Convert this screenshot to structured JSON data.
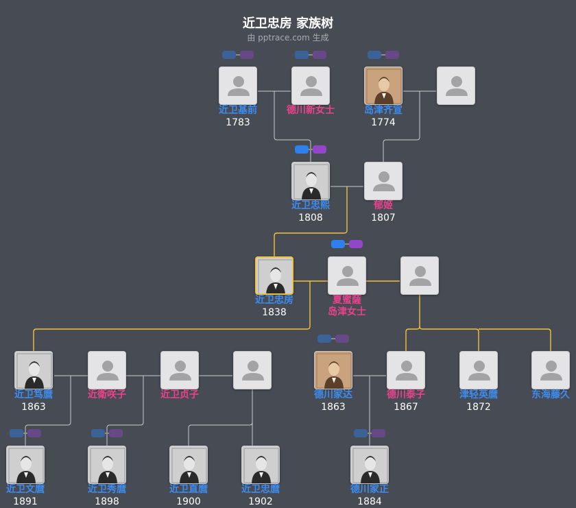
{
  "header": {
    "title": "近卫忠房 家族树",
    "subtitle": "由 pptrace.com 生成"
  },
  "colors": {
    "background": "#474b53",
    "male": "#3d8cf0",
    "female": "#e8438c",
    "highlight_line": "#f0c33c",
    "line": "#c9ccd2"
  },
  "people": [
    {
      "id": "p1",
      "name": "近卫基前",
      "year": "1783",
      "gender": "male",
      "photo": "placeholder"
    },
    {
      "id": "p2",
      "name": "德川新女士",
      "year": "",
      "gender": "female",
      "photo": "placeholder"
    },
    {
      "id": "p3",
      "name": "岛津齐宣",
      "year": "1774",
      "gender": "male",
      "photo": "portrait-sepia"
    },
    {
      "id": "p4",
      "name": "",
      "year": "",
      "gender": "female",
      "photo": "placeholder"
    },
    {
      "id": "p5",
      "name": "近卫忠熙",
      "year": "1808",
      "gender": "male",
      "photo": "portrait-bw"
    },
    {
      "id": "p6",
      "name": "郁姬",
      "year": "1807",
      "gender": "female",
      "photo": "placeholder"
    },
    {
      "id": "p7",
      "name": "近卫忠房",
      "year": "1838",
      "gender": "male",
      "photo": "portrait-bw",
      "focus": true
    },
    {
      "id": "p8",
      "name": "夏蜜薩\n岛津女士",
      "year": "",
      "gender": "female",
      "photo": "placeholder"
    },
    {
      "id": "p9",
      "name": "",
      "year": "",
      "gender": "female",
      "photo": "placeholder"
    },
    {
      "id": "p10",
      "name": "近卫笃麿",
      "year": "1863",
      "gender": "male",
      "photo": "portrait-bw"
    },
    {
      "id": "p11",
      "name": "近衛咲子",
      "year": "",
      "gender": "female",
      "photo": "placeholder"
    },
    {
      "id": "p12",
      "name": "近卫贞子",
      "year": "",
      "gender": "female",
      "photo": "placeholder"
    },
    {
      "id": "p13",
      "name": "",
      "year": "",
      "gender": "female",
      "photo": "placeholder"
    },
    {
      "id": "p14",
      "name": "德川家达",
      "year": "1863",
      "gender": "male",
      "photo": "portrait-sepia"
    },
    {
      "id": "p15",
      "name": "德川泰子",
      "year": "1867",
      "gender": "female",
      "photo": "placeholder"
    },
    {
      "id": "p16",
      "name": "津轻英麿",
      "year": "1872",
      "gender": "male",
      "photo": "placeholder"
    },
    {
      "id": "p17",
      "name": "东海藤久",
      "year": "",
      "gender": "male",
      "photo": "placeholder"
    },
    {
      "id": "p18",
      "name": "近卫文麿",
      "year": "1891",
      "gender": "male",
      "photo": "portrait-bw"
    },
    {
      "id": "p19",
      "name": "近卫秀麿",
      "year": "1898",
      "gender": "male",
      "photo": "portrait-bw"
    },
    {
      "id": "p20",
      "name": "近卫直麿",
      "year": "1900",
      "gender": "male",
      "photo": "portrait-bw"
    },
    {
      "id": "p21",
      "name": "近卫忠麿",
      "year": "1902",
      "gender": "male",
      "photo": "portrait-bw"
    },
    {
      "id": "p22",
      "name": "德川家正",
      "year": "1884",
      "gender": "male",
      "photo": "portrait-bw"
    }
  ],
  "expand_toggles": [
    {
      "id": "t1",
      "for": "p1",
      "state": "dim"
    },
    {
      "id": "t2",
      "for": "p2",
      "state": "dim"
    },
    {
      "id": "t3",
      "for": "p3",
      "state": "dim"
    },
    {
      "id": "t4",
      "for": "p5",
      "state": "active"
    },
    {
      "id": "t5",
      "for": "p8",
      "state": "active"
    },
    {
      "id": "t6",
      "for": "p14",
      "state": "dim"
    },
    {
      "id": "t7",
      "for": "p18",
      "state": "dim"
    },
    {
      "id": "t8",
      "for": "p19",
      "state": "dim"
    },
    {
      "id": "t9",
      "for": "p22",
      "state": "dim"
    }
  ]
}
